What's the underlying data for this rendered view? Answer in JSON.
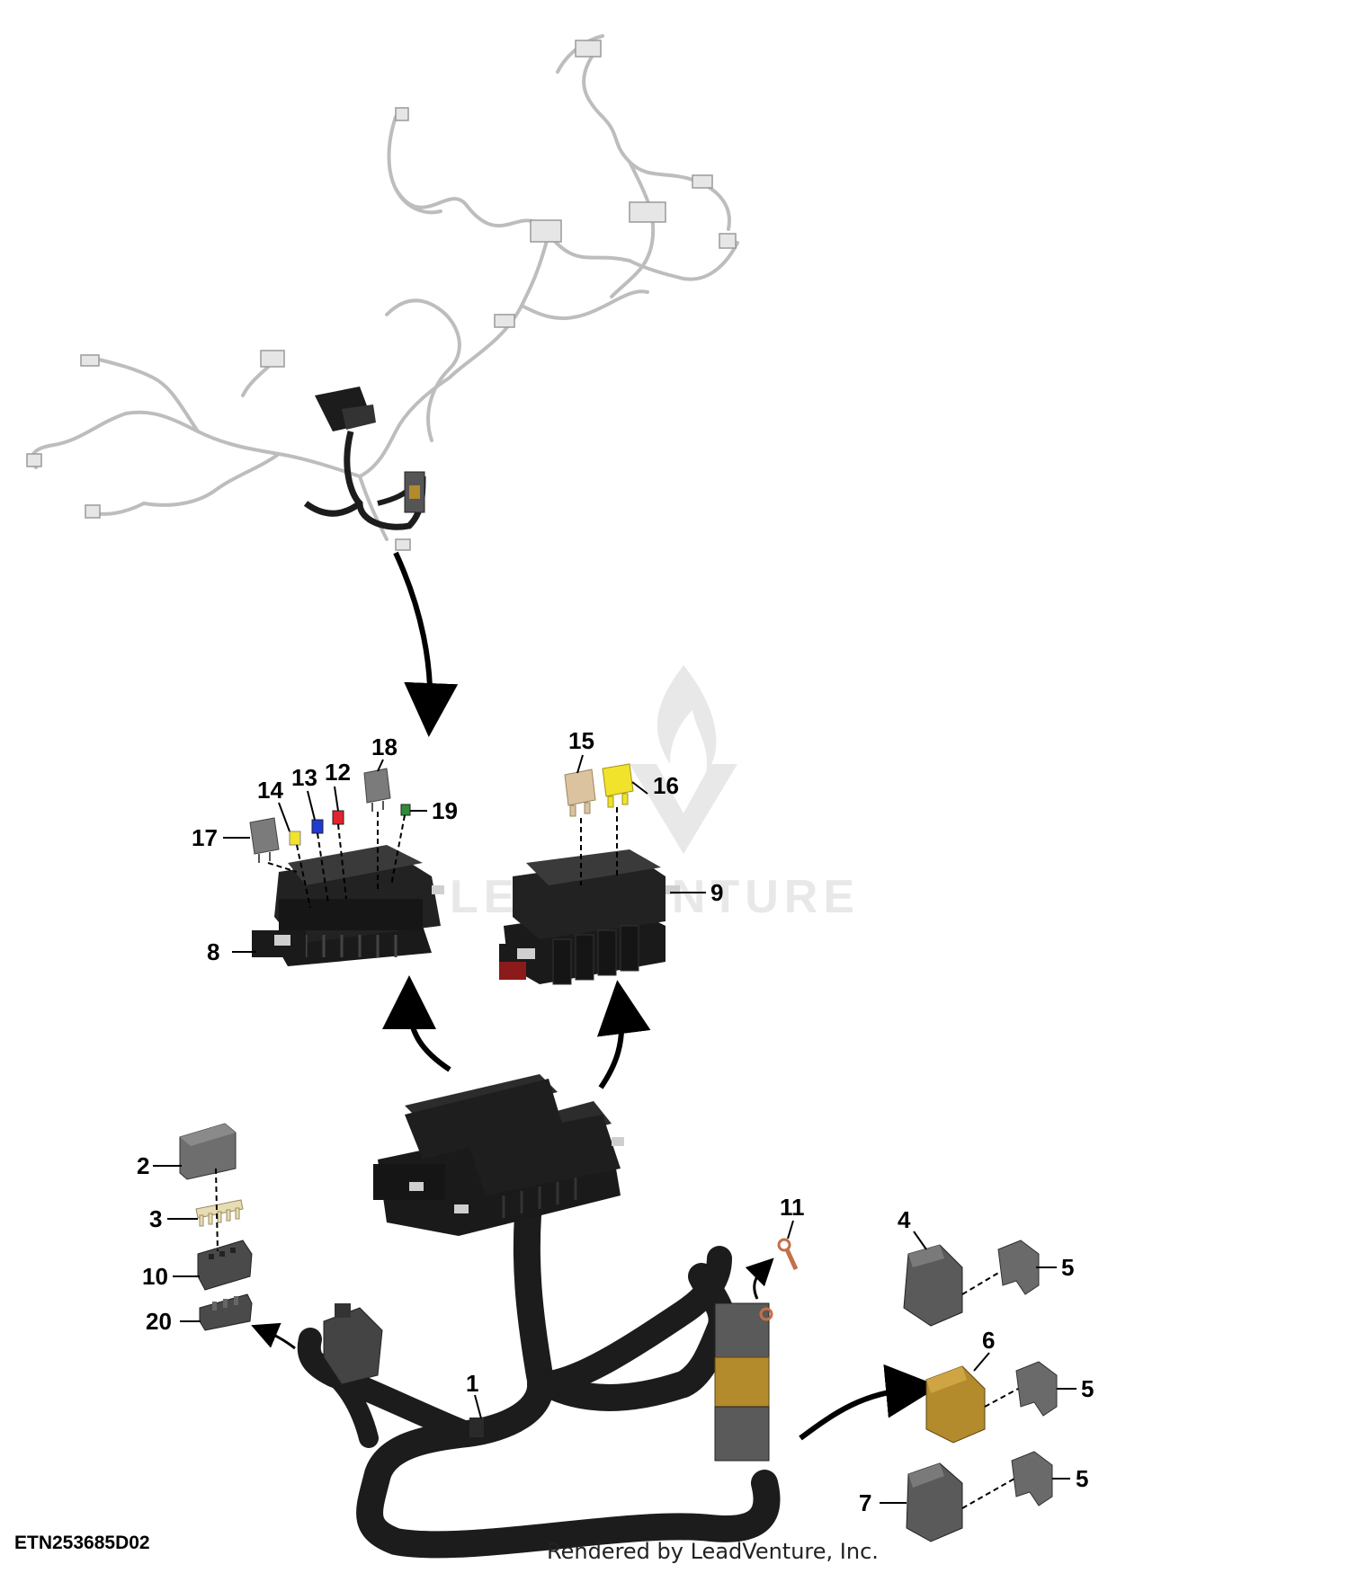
{
  "figure_id": "ETN253685D02",
  "render_credit": "Rendered by LeadVenture, Inc.",
  "watermark": {
    "text": "LEADVENTURE",
    "color": "#e6e6e6"
  },
  "colors": {
    "harness_dark": "#1c1c1c",
    "harness_light": "#bdbdbd",
    "fuse_yellow": "#f1e22b",
    "fuse_blue": "#1f3bd6",
    "fuse_red": "#e3232e",
    "fuse_green": "#2e8b3a",
    "maxi_fuse_tan": "#dcc3a0",
    "connector_gold": "#b38a2c",
    "relay_gray": "#7b7b7b"
  },
  "callouts": {
    "c1": "1",
    "c2": "2",
    "c3": "3",
    "c4": "4",
    "c5a": "5",
    "c5b": "5",
    "c5c": "5",
    "c6": "6",
    "c7": "7",
    "c8": "8",
    "c9": "9",
    "c10": "10",
    "c11": "11",
    "c12": "12",
    "c13": "13",
    "c14": "14",
    "c15": "15",
    "c16": "16",
    "c17": "17",
    "c18": "18",
    "c19": "19",
    "c20": "20"
  }
}
